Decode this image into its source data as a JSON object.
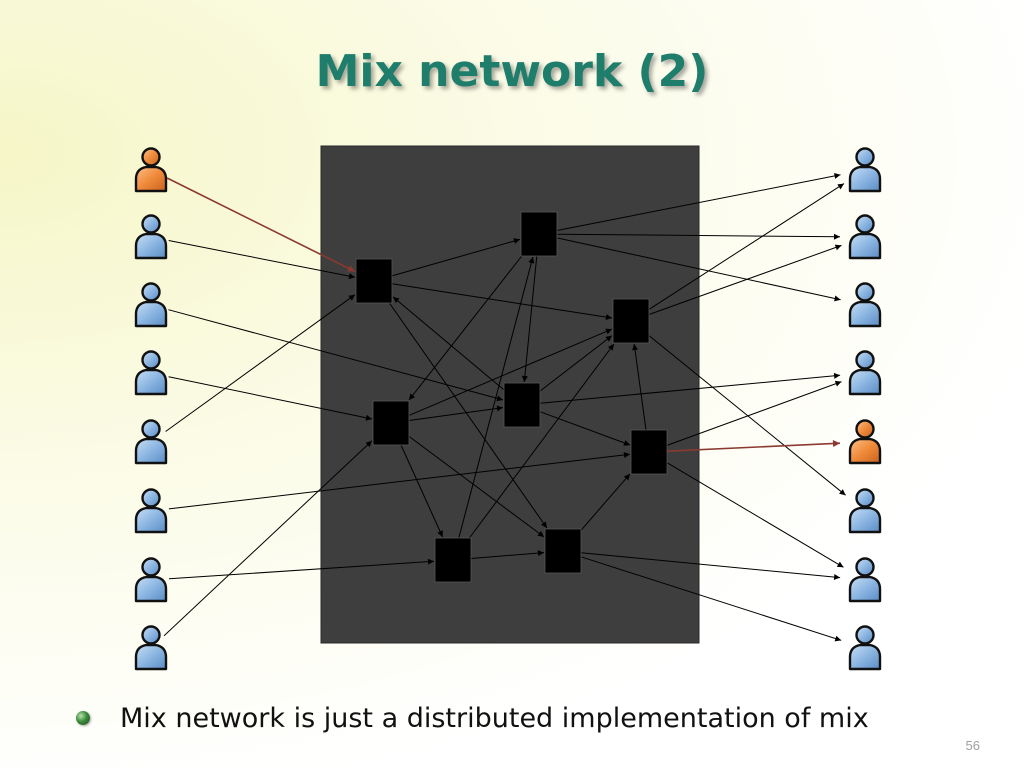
{
  "slide": {
    "title": "Mix network (2)",
    "bullet": "Mix network is just a distributed implementation of mix",
    "page_number": "56"
  },
  "colors": {
    "title": "#1f7d6b",
    "network_background": "#3e3e3e",
    "mix_node": "#000000",
    "user_blue": "#8cb6e2",
    "user_orange": "#f08a3a",
    "highlight_edge": "#8a3a30",
    "edge": "#000000"
  },
  "icons": {
    "user": "person-icon",
    "mix": "mix-node-box",
    "bullet": "bullet-sphere-icon"
  },
  "diagram": {
    "senders": [
      {
        "id": "S1",
        "highlighted": true
      },
      {
        "id": "S2",
        "highlighted": false
      },
      {
        "id": "S3",
        "highlighted": false
      },
      {
        "id": "S4",
        "highlighted": false
      },
      {
        "id": "S5",
        "highlighted": false
      },
      {
        "id": "S6",
        "highlighted": false
      },
      {
        "id": "S7",
        "highlighted": false
      },
      {
        "id": "S8",
        "highlighted": false
      }
    ],
    "receivers": [
      {
        "id": "R1",
        "highlighted": false
      },
      {
        "id": "R2",
        "highlighted": false
      },
      {
        "id": "R3",
        "highlighted": false
      },
      {
        "id": "R4",
        "highlighted": false
      },
      {
        "id": "R5",
        "highlighted": true
      },
      {
        "id": "R6",
        "highlighted": false
      },
      {
        "id": "R7",
        "highlighted": false
      },
      {
        "id": "R8",
        "highlighted": false
      }
    ],
    "mixes": [
      "M1",
      "M2",
      "M3",
      "M4",
      "M5",
      "M6",
      "M7",
      "M8"
    ],
    "edges": [
      {
        "from": "S1",
        "to": "M1",
        "highlighted": true
      },
      {
        "from": "S2",
        "to": "M1"
      },
      {
        "from": "S3",
        "to": "M4"
      },
      {
        "from": "S4",
        "to": "M3"
      },
      {
        "from": "S5",
        "to": "M1"
      },
      {
        "from": "S6",
        "to": "M6"
      },
      {
        "from": "S7",
        "to": "M5"
      },
      {
        "from": "S8",
        "to": "M3"
      },
      {
        "from": "M1",
        "to": "M2"
      },
      {
        "from": "M1",
        "to": "M7"
      },
      {
        "from": "M1",
        "to": "M8"
      },
      {
        "from": "M2",
        "to": "M4"
      },
      {
        "from": "M2",
        "to": "M3"
      },
      {
        "from": "M3",
        "to": "M4"
      },
      {
        "from": "M3",
        "to": "M7"
      },
      {
        "from": "M3",
        "to": "M8"
      },
      {
        "from": "M3",
        "to": "M5"
      },
      {
        "from": "M4",
        "to": "M6"
      },
      {
        "from": "M4",
        "to": "M1"
      },
      {
        "from": "M4",
        "to": "M7"
      },
      {
        "from": "M5",
        "to": "M2"
      },
      {
        "from": "M5",
        "to": "M8"
      },
      {
        "from": "M5",
        "to": "M7"
      },
      {
        "from": "M8",
        "to": "M6"
      },
      {
        "from": "M6",
        "to": "M7"
      },
      {
        "from": "M2",
        "to": "R1"
      },
      {
        "from": "M2",
        "to": "R2"
      },
      {
        "from": "M2",
        "to": "R3"
      },
      {
        "from": "M7",
        "to": "R1"
      },
      {
        "from": "M7",
        "to": "R2"
      },
      {
        "from": "M7",
        "to": "R6"
      },
      {
        "from": "M4",
        "to": "R4"
      },
      {
        "from": "M6",
        "to": "R4"
      },
      {
        "from": "M6",
        "to": "R5",
        "highlighted": true
      },
      {
        "from": "M6",
        "to": "R7"
      },
      {
        "from": "M8",
        "to": "R7"
      },
      {
        "from": "M8",
        "to": "R8"
      }
    ]
  }
}
